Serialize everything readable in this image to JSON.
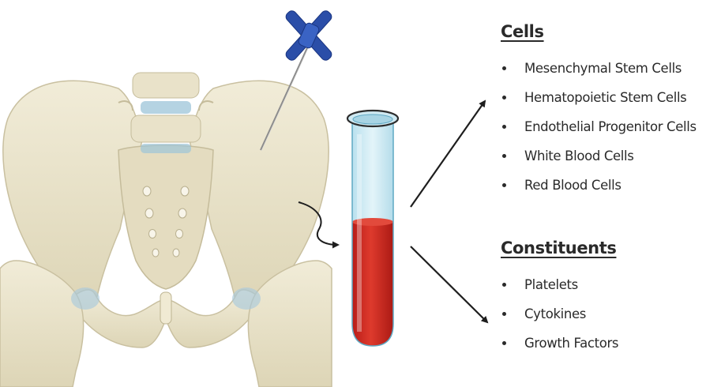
{
  "cells": {
    "title": "Cells",
    "items": [
      "Mesenchymal Stem Cells",
      "Hematopoietic Stem Cells",
      "Endothelial Progenitor Cells",
      "White Blood Cells",
      "Red Blood Cells"
    ]
  },
  "constituents": {
    "title": "Constituents",
    "items": [
      "Platelets",
      "Cytokines",
      "Growth Factors"
    ]
  },
  "colors": {
    "bone": "#e6dfc4",
    "needle_handle": "#2b4ea8",
    "tube_glass": "#cde9f2",
    "blood": "#c9251f",
    "arrow": "#1e1e1e"
  }
}
